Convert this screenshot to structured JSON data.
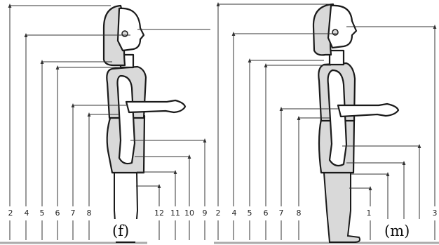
{
  "panels": {
    "female": {
      "label": "(f)",
      "numbers_left": [
        "2",
        "4",
        "5",
        "6",
        "7",
        "8"
      ],
      "numbers_right": [
        "12",
        "11",
        "10",
        "9"
      ]
    },
    "male": {
      "label": "(m)",
      "numbers_left": [
        "2",
        "4",
        "5",
        "6",
        "7",
        "8"
      ],
      "numbers_right": [
        "1",
        "3"
      ]
    }
  },
  "colors": {
    "figure_fill": "#d9d9d9",
    "outline": "#1a1a1a",
    "measure_line": "#333333",
    "ground": "#aaaaaa"
  }
}
